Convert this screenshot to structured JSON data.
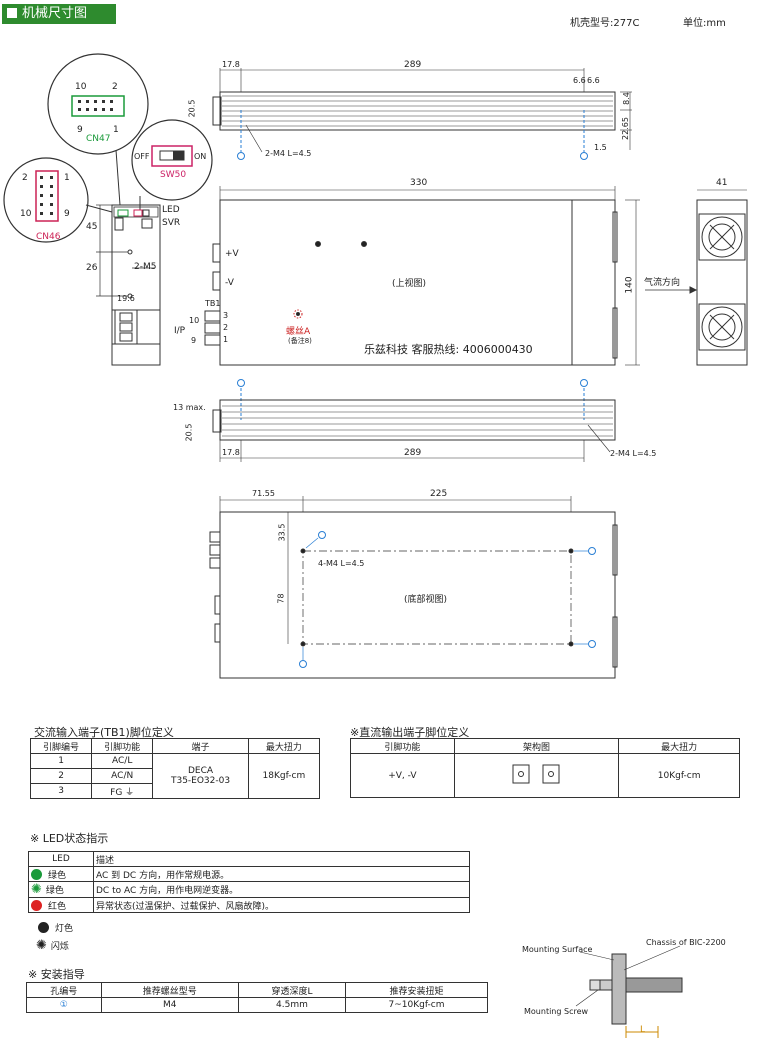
{
  "header": {
    "title": "机械尺寸图",
    "model": "机壳型号:277C",
    "unit": "单位:mm"
  },
  "connectors": {
    "cn47": {
      "name": "CN47",
      "pins_top": [
        "10",
        "2"
      ],
      "pins_bottom": [
        "9",
        "1"
      ]
    },
    "sw50": {
      "name": "SW50",
      "off": "OFF",
      "on": "ON"
    },
    "cn46": {
      "name": "CN46",
      "pins_top": [
        "2",
        "1"
      ],
      "pins_bottom": [
        "10",
        "9"
      ]
    }
  },
  "side_view": {
    "labels": {
      "led": "LED",
      "svr": "SVR",
      "dim45": "45",
      "dim26": "26",
      "m5": "2-M5",
      "dim196": "19.6",
      "tb1": "TB1",
      "ip": "I/P",
      "pin3": "3",
      "pin2": "2",
      "pin1": "1",
      "pin10": "10",
      "pin9": "9"
    }
  },
  "front_view": {
    "dims": {
      "d178": "17.8",
      "d289": "289",
      "d66": "6.6",
      "d66b": "6.6",
      "d205": "20.5",
      "d84": "8.4",
      "d2265": "22.65",
      "d15": "1.5",
      "m4": "2-M4  L=4.5"
    }
  },
  "top_view": {
    "dims": {
      "d330": "330",
      "d41": "41",
      "d140": "140"
    },
    "labels": {
      "vplus": "+V",
      "vminus": "-V",
      "title": "(上视图)",
      "screw": "螺丝A",
      "note": "(备注8)",
      "airflow": "气流方向",
      "hotline": "乐兹科技 客服热线:  4006000430"
    }
  },
  "side_view2": {
    "dims": {
      "d13": "13 max.",
      "d205": "20.5",
      "d178": "17.8",
      "d289": "289",
      "m4": "2-M4  L=4.5"
    }
  },
  "bottom_view": {
    "dims": {
      "d7155": "71.55",
      "d225": "225",
      "d335": "33.5",
      "d78": "78",
      "m4": "4-M4 L=4.5"
    },
    "labels": {
      "title": "(底部视图)"
    }
  },
  "ac_table": {
    "title": "交流输入端子(TB1)脚位定义",
    "headers": [
      "引脚编号",
      "引脚功能",
      "端子",
      "最大扭力"
    ],
    "rows": [
      [
        "1",
        "AC/L"
      ],
      [
        "2",
        "AC/N"
      ],
      [
        "3",
        "FG ⏚"
      ]
    ],
    "terminal": [
      "DECA",
      "T35-EO32-03"
    ],
    "torque": "18Kgf-cm"
  },
  "dc_table": {
    "title": "※直流输出端子脚位定义",
    "headers": [
      "引脚功能",
      "架构图",
      "最大扭力"
    ],
    "function": "+V, -V",
    "torque": "10Kgf-cm"
  },
  "led": {
    "title": "※ LED状态指示",
    "headers": [
      "LED",
      "描述"
    ],
    "rows": [
      {
        "color": "绿色",
        "desc": "AC 到 DC 方向，用作常规电源。",
        "dot": "#1a9a3a",
        "blink": false
      },
      {
        "color": "绿色",
        "desc": "DC to AC 方向，用作电网逆变器。",
        "dot": "#1a9a3a",
        "blink": true
      },
      {
        "color": "红色",
        "desc": "异常状态(过温保护、过载保护、风扇故障)。",
        "dot": "#dd2222",
        "blink": false
      }
    ],
    "legend": [
      {
        "label": "灯色",
        "blink": false
      },
      {
        "label": "闪烁",
        "blink": true
      }
    ]
  },
  "install": {
    "title": "※ 安装指导",
    "headers": [
      "孔编号",
      "推荐螺丝型号",
      "穿透深度L",
      "推荐安装扭矩"
    ],
    "row": [
      "①",
      "M4",
      "4.5mm",
      "7~10Kgf-cm"
    ],
    "diagram": {
      "surface": "Mounting Surface",
      "chassis": "Chassis of BIC-2200",
      "screw": "Mounting Screw",
      "l": "L"
    }
  },
  "colors": {
    "accent": "#2e8b2e",
    "blue": "#2a7fd4",
    "red": "#cc2255"
  }
}
